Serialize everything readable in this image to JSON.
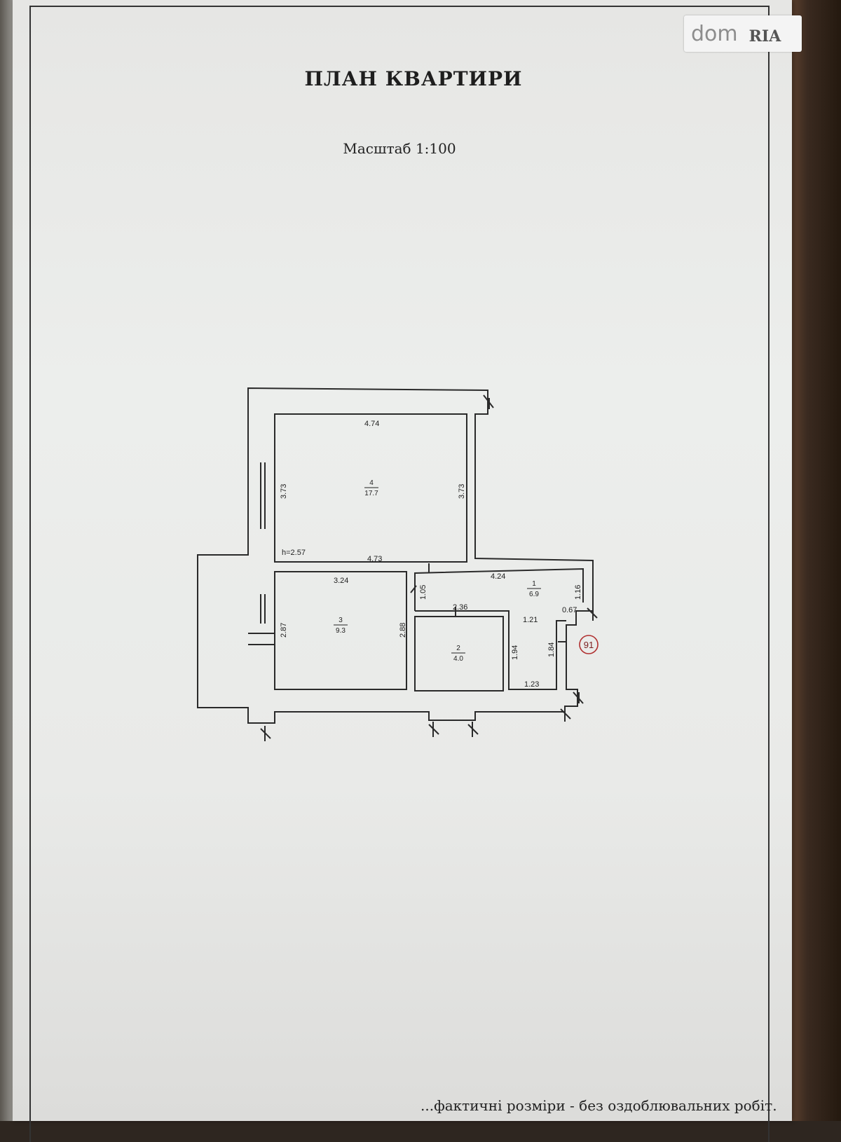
{
  "document": {
    "title": "ПЛАН КВАРТИРИ",
    "scale": "Масштаб 1:100",
    "footer_text": "...фактичні розміри - без оздоблювальних робіт."
  },
  "watermark": {
    "brand_left": "dom",
    "brand_right": "RIA"
  },
  "plan": {
    "rooms": [
      {
        "number": "4",
        "area": "17.7"
      },
      {
        "number": "3",
        "area": "9.3"
      },
      {
        "number": "2",
        "area": "4.0"
      },
      {
        "number": "1",
        "area": "6.9"
      }
    ],
    "ceiling_height": "h=2.57",
    "dimensions": {
      "room4_top": "4.74",
      "room4_left": "3.73",
      "room4_right": "3.73",
      "room4_bottom": "4.73",
      "room3_top": "3.24",
      "room3_left": "2.87",
      "room3_right": "2.88",
      "room2_top": "2.36",
      "room2_right": "1.94",
      "hall_top": "4.24",
      "hall_wall": "1.05",
      "hall_right": "1.16",
      "hall_step": "0.67",
      "hall_width": "1.21",
      "entry_depth": "1.84",
      "hall_bottom": "1.23"
    },
    "stamp_number": "91"
  },
  "colors": {
    "paper": "#e9eae8",
    "ink": "#222222",
    "stamp": "#b03030"
  }
}
